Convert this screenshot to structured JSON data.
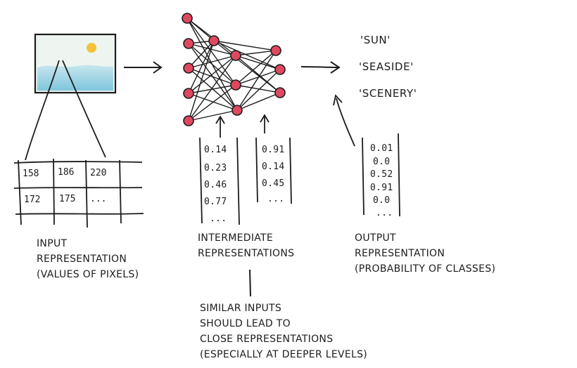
{
  "colors": {
    "ink": "#1c1c1c",
    "node_fill": "#e0485f",
    "sky": "#e9f2ef",
    "sea": "#8ccde0",
    "sun": "#f2c23a"
  },
  "classes": [
    "'SUN'",
    "'SEASIDE'",
    "'SCENERY'"
  ],
  "pixel_table": {
    "row1": [
      "158",
      "186",
      "220"
    ],
    "row2": [
      "172",
      "175",
      "..."
    ]
  },
  "intermediate_vectors": {
    "first": [
      "0.14",
      "0.23",
      "0.46",
      "0.77",
      "..."
    ],
    "second": [
      "0.91",
      "0.14",
      "0.45",
      "..."
    ]
  },
  "output_vector": [
    "0.01",
    "0.0",
    "0.52",
    "0.91",
    "0.0",
    "..."
  ],
  "labels": {
    "input": [
      "INPUT",
      "REPRESENTATION",
      "(VALUES OF PIXELS)"
    ],
    "intermediate": [
      "INTERMEDIATE",
      "REPRESENTATIONS"
    ],
    "output": [
      "OUTPUT",
      "REPRESENTATION",
      "(PROBABILITY OF CLASSES)"
    ],
    "note": [
      "SIMILAR INPUTS",
      "SHOULD LEAD TO",
      "CLOSE REPRESENTATIONS",
      "(ESPECIALLY AT DEEPER LEVELS)"
    ]
  },
  "network": {
    "layer_sizes": [
      5,
      4,
      3
    ]
  }
}
